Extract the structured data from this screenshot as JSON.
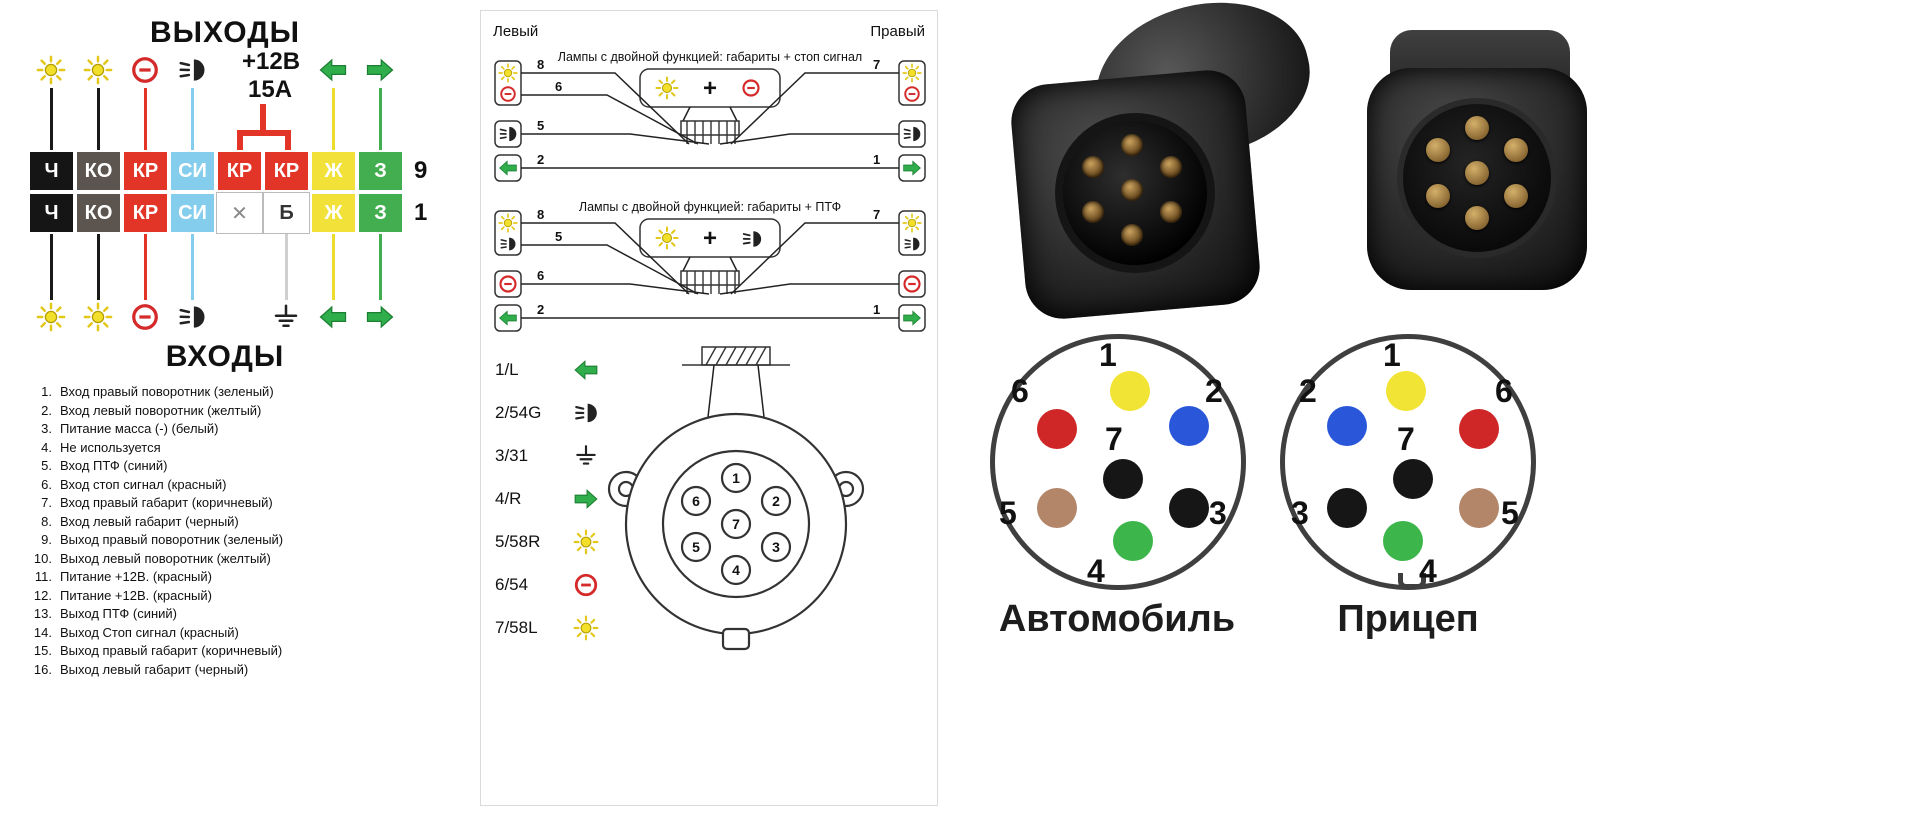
{
  "left": {
    "title_outputs": "ВЫХОДЫ",
    "power_label": "+12В",
    "fuse_label": "15А",
    "row_top_number": "9",
    "row_bottom_number": "1",
    "cells_top": [
      {
        "label": "Ч",
        "bg": "#151515",
        "fg": "#ffffff"
      },
      {
        "label": "КО",
        "bg": "#5c544e",
        "fg": "#ffffff"
      },
      {
        "label": "КР",
        "bg": "#e23527",
        "fg": "#ffffff"
      },
      {
        "label": "СИ",
        "bg": "#85cdec",
        "fg": "#ffffff"
      },
      {
        "label": "КР",
        "bg": "#e23527",
        "fg": "#ffffff"
      },
      {
        "label": "КР",
        "bg": "#e23527",
        "fg": "#ffffff"
      },
      {
        "label": "Ж",
        "bg": "#f1e139",
        "fg": "#ffffff"
      },
      {
        "label": "З",
        "bg": "#43ae4f",
        "fg": "#ffffff"
      }
    ],
    "cells_bottom": [
      {
        "label": "Ч",
        "bg": "#151515",
        "fg": "#ffffff"
      },
      {
        "label": "КО",
        "bg": "#5c544e",
        "fg": "#ffffff"
      },
      {
        "label": "КР",
        "bg": "#e23527",
        "fg": "#ffffff"
      },
      {
        "label": "СИ",
        "bg": "#85cdec",
        "fg": "#ffffff"
      },
      {
        "label": "✕",
        "bg": "#ffffff",
        "fg": "#8a8a8a"
      },
      {
        "label": "Б",
        "bg": "#ffffff",
        "fg": "#333333"
      },
      {
        "label": "Ж",
        "bg": "#f1e139",
        "fg": "#ffffff"
      },
      {
        "label": "З",
        "bg": "#43ae4f",
        "fg": "#ffffff"
      }
    ],
    "wire_colors_top": [
      "#1a1a1a",
      "#1a1a1a",
      "#e23527",
      "#85cdec",
      "#e23527",
      "#e23527",
      "#ecdc2e",
      "#43ae4f"
    ],
    "wire_colors_bottom": [
      "#1a1a1a",
      "#1a1a1a",
      "#e23527",
      "#85cdec",
      "#cfcfcf",
      "#ecdc2e",
      "#43ae4f"
    ],
    "title_inputs": "ВХОДЫ",
    "legend": [
      {
        "n": "1.",
        "t": "Вход правый поворотник (зеленый)"
      },
      {
        "n": "2.",
        "t": "Вход левый поворотник (желтый)"
      },
      {
        "n": "3.",
        "t": "Питание масса (-) (белый)"
      },
      {
        "n": "4.",
        "t": "Не используется"
      },
      {
        "n": "5.",
        "t": "Вход ПТФ (синий)"
      },
      {
        "n": "6.",
        "t": "Вход стоп сигнал (красный)"
      },
      {
        "n": "7.",
        "t": "Вход правый габарит (коричневый)"
      },
      {
        "n": "8.",
        "t": "Вход левый габарит (черный)"
      },
      {
        "n": "9.",
        "t": "Выход правый поворотник (зеленый)"
      },
      {
        "n": "10.",
        "t": "Выход левый поворотник (желтый)"
      },
      {
        "n": "11.",
        "t": "Питание +12В. (красный)"
      },
      {
        "n": "12.",
        "t": "Питание +12В. (красный)"
      },
      {
        "n": "13.",
        "t": "Выход ПТФ (синий)"
      },
      {
        "n": "14.",
        "t": "Выход Стоп сигнал (красный)"
      },
      {
        "n": "15.",
        "t": "Выход правый габарит (коричневый)"
      },
      {
        "n": "16.",
        "t": "Выход левый габарит (черный)"
      }
    ]
  },
  "middle": {
    "left_label": "Левый",
    "right_label": "Правый",
    "plus_sign": "+",
    "diagram1": {
      "title": "Лампы с двойной функцией: габариты + стоп сигнал",
      "wires_left": [
        "8",
        "6",
        "5",
        "2"
      ],
      "wires_right": [
        "7",
        "1"
      ]
    },
    "diagram2": {
      "title": "Лампы с двойной функцией: габариты + ПТФ",
      "wires_left": [
        "8",
        "5",
        "6",
        "2"
      ],
      "wires_right": [
        "7",
        "1"
      ]
    },
    "pin_legend": [
      {
        "code": "1/L",
        "icon": "arrow-left"
      },
      {
        "code": "2/54G",
        "icon": "fog-light"
      },
      {
        "code": "3/31",
        "icon": "ground"
      },
      {
        "code": "4/R",
        "icon": "arrow-right"
      },
      {
        "code": "5/58R",
        "icon": "lamp"
      },
      {
        "code": "6/54",
        "icon": "stop"
      },
      {
        "code": "7/58L",
        "icon": "lamp"
      }
    ],
    "socket_pins": [
      "1",
      "2",
      "3",
      "4",
      "5",
      "6",
      "7"
    ]
  },
  "right": {
    "car": {
      "label": "Автомобиль",
      "pins": [
        {
          "num": "1",
          "color": "#f2e435"
        },
        {
          "num": "2",
          "color": "#2a56d9"
        },
        {
          "num": "3",
          "color": "#161616"
        },
        {
          "num": "4",
          "color": "#3cb54a"
        },
        {
          "num": "5",
          "color": "#b3866a"
        },
        {
          "num": "6",
          "color": "#cf2727"
        },
        {
          "num": "7",
          "color": "#161616"
        }
      ]
    },
    "trailer": {
      "label": "Прицеп",
      "pins": [
        {
          "num": "1",
          "color": "#f2e435"
        },
        {
          "num": "2",
          "color": "#2a56d9"
        },
        {
          "num": "3",
          "color": "#161616"
        },
        {
          "num": "4",
          "color": "#3cb54a"
        },
        {
          "num": "5",
          "color": "#b3866a"
        },
        {
          "num": "6",
          "color": "#cf2727"
        },
        {
          "num": "7",
          "color": "#161616"
        }
      ]
    }
  }
}
